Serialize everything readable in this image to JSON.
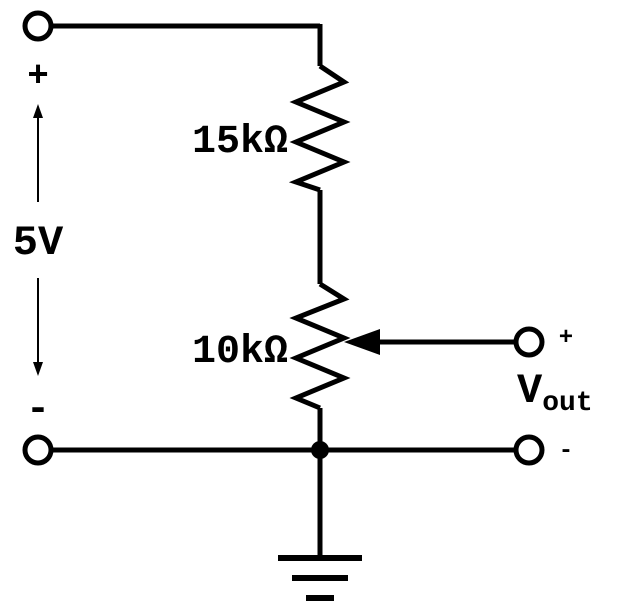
{
  "source": {
    "voltage_label": "5V",
    "plus_sign": "+",
    "minus_sign": "-"
  },
  "resistors": {
    "fixed": {
      "value": "15kΩ"
    },
    "potentiometer": {
      "value": "10kΩ"
    }
  },
  "output": {
    "label_main": "V",
    "label_sub": "out",
    "plus_sign": "+",
    "minus_sign": "-"
  },
  "style": {
    "wire_color": "#000000",
    "background": "#ffffff"
  }
}
